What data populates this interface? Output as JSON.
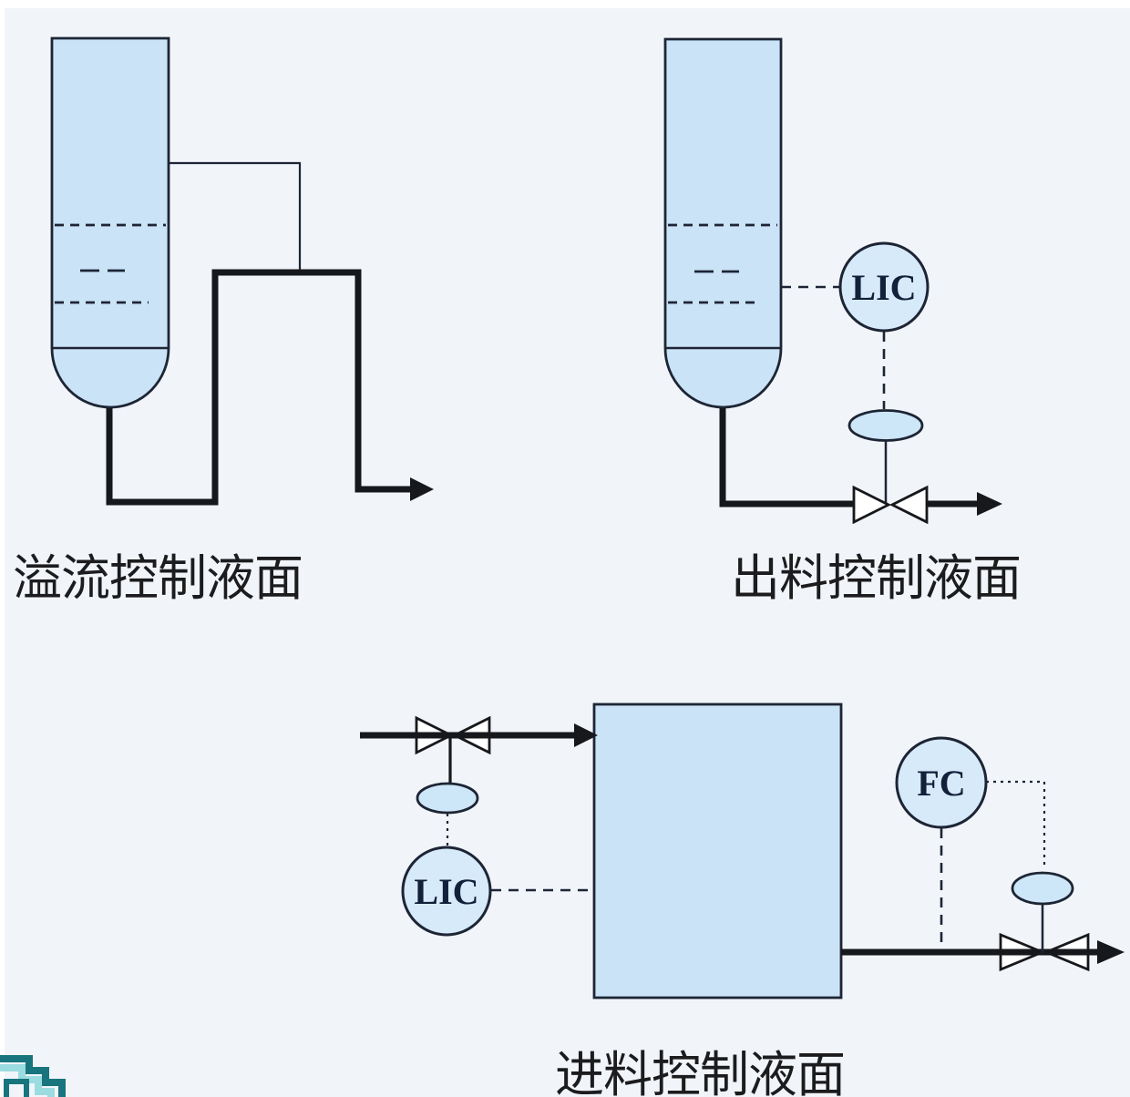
{
  "colors": {
    "bg": "#f1f5fa",
    "margin": "#ffffff",
    "line": "#1d2535",
    "pipe": "#17181c",
    "vessel_fill": "#cae3f7",
    "instrument_fill": "#d7eafa",
    "actuator_fill": "#cde6f8",
    "valve_fill": "#ffffff",
    "text": "#1c1c1e",
    "instrument_text": "#13203a",
    "logo_dark": "#19757d",
    "logo_light": "#9bdce0"
  },
  "diagrams": {
    "overflow": {
      "caption": "溢流控制液面"
    },
    "discharge": {
      "caption": "出料控制液面",
      "controller": "LIC"
    },
    "feed": {
      "caption": "进料控制液面",
      "level_controller": "LIC",
      "flow_controller": "FC"
    }
  }
}
